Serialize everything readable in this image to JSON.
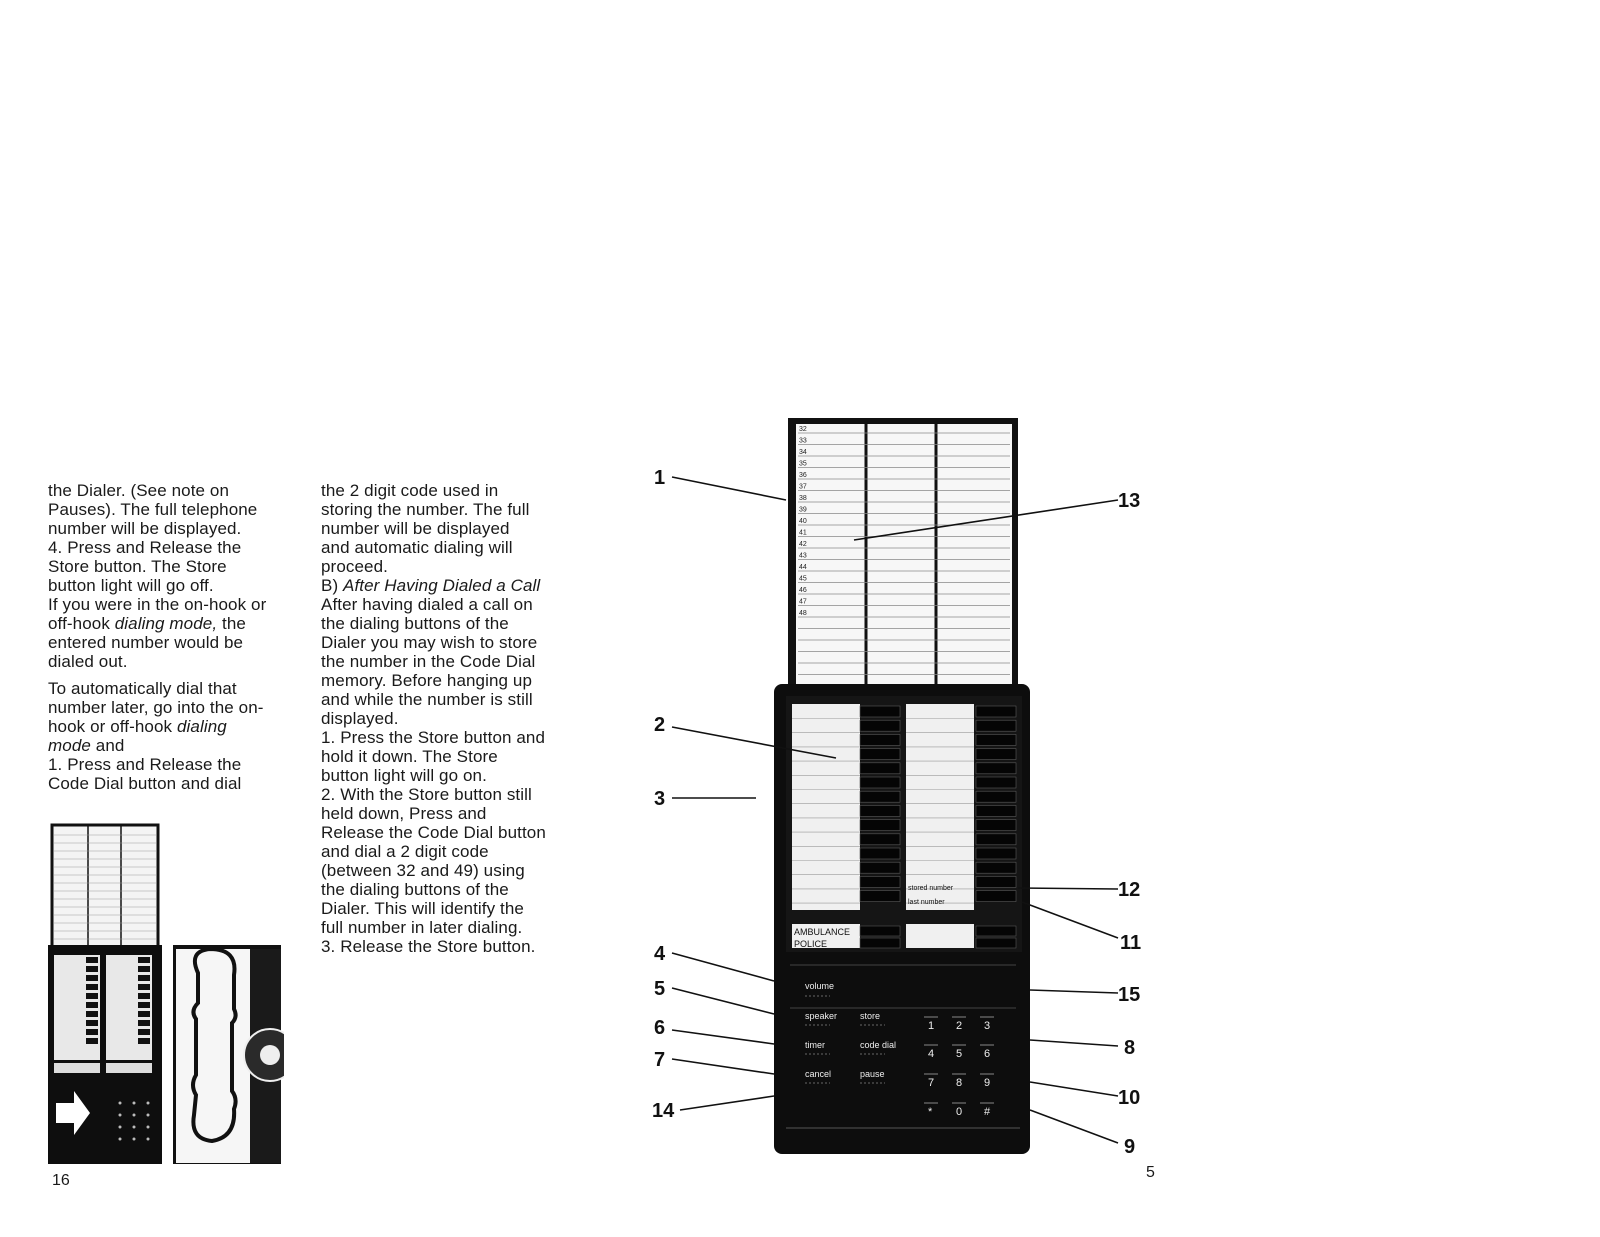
{
  "left_column": {
    "lines": [
      "the Dialer. (See note on",
      "Pauses). The full telephone",
      "number will be displayed.",
      "4. Press and Release the",
      "Store button. The Store",
      "button light will go off.",
      "If you were in the on-hook or",
      "off-hook ",
      "dialing mode,",
      " the",
      "entered number would be",
      "dialed out.",
      "To automatically dial that",
      "number later, go into the on-",
      "hook or off-hook ",
      "dialing",
      "mode",
      " and",
      "1. Press and Release the",
      "Code Dial button and dial"
    ]
  },
  "middle_column": {
    "lines": [
      "the 2 digit code used in",
      "storing the number. The full",
      "number will be displayed",
      "and automatic dialing will",
      "proceed.",
      "B) ",
      "After Having Dialed a Call",
      "After having dialed a call on",
      "the dialing buttons of the",
      "Dialer you may wish to store",
      "the number in the Code Dial",
      "memory. Before hanging up",
      "and while the number is still",
      "displayed.",
      "1. Press the Store button and",
      "hold it down. The Store",
      "button light will go on.",
      "2. With the Store button still",
      "held down, Press and",
      "Release the Code Dial button",
      "and dial a 2 digit code",
      "(between 32 and 49) using",
      "the dialing buttons of the",
      "Dialer. This will identify the",
      "full number in later dialing.",
      "3. Release the Store button."
    ]
  },
  "page_numbers": {
    "left": "16",
    "right": "5"
  },
  "directory_codes": [
    "32",
    "33",
    "34",
    "35",
    "36",
    "37",
    "38",
    "39",
    "40",
    "41",
    "42",
    "43",
    "44",
    "45",
    "46",
    "47",
    "48"
  ],
  "device_labels": {
    "volume": "volume",
    "speaker": "speaker",
    "store": "store",
    "timer": "timer",
    "code_dial": "code dial",
    "cancel": "cancel",
    "pause": "pause",
    "stored_number": "stored number",
    "last_number": "last number",
    "ambulance": "AMBULANCE",
    "police": "POLICE"
  },
  "keypad": [
    "1",
    "2",
    "3",
    "4",
    "5",
    "6",
    "7",
    "8",
    "9",
    "*",
    "0",
    "#"
  ],
  "callouts": [
    "1",
    "2",
    "3",
    "4",
    "5",
    "6",
    "7",
    "14",
    "13",
    "12",
    "11",
    "15",
    "8",
    "10",
    "9"
  ],
  "colors": {
    "ink": "#1a1a1a",
    "device_body": "#111111",
    "panel": "#f2f2f2"
  }
}
